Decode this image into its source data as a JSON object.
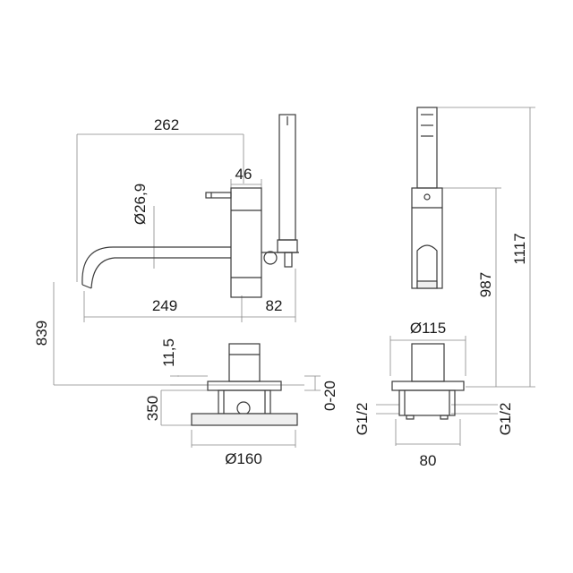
{
  "dimensions": {
    "d262": "262",
    "d46": "46",
    "d26_9": "Ø26,9",
    "d249": "249",
    "d82": "82",
    "d839": "839",
    "d11_5": "11,5",
    "d350": "350",
    "d0_20": "0-20",
    "d160": "Ø160",
    "d115": "Ø115",
    "d987": "987",
    "d1117": "1117",
    "dG12_left": "G1/2",
    "dG12_right": "G1/2",
    "d80": "80"
  }
}
